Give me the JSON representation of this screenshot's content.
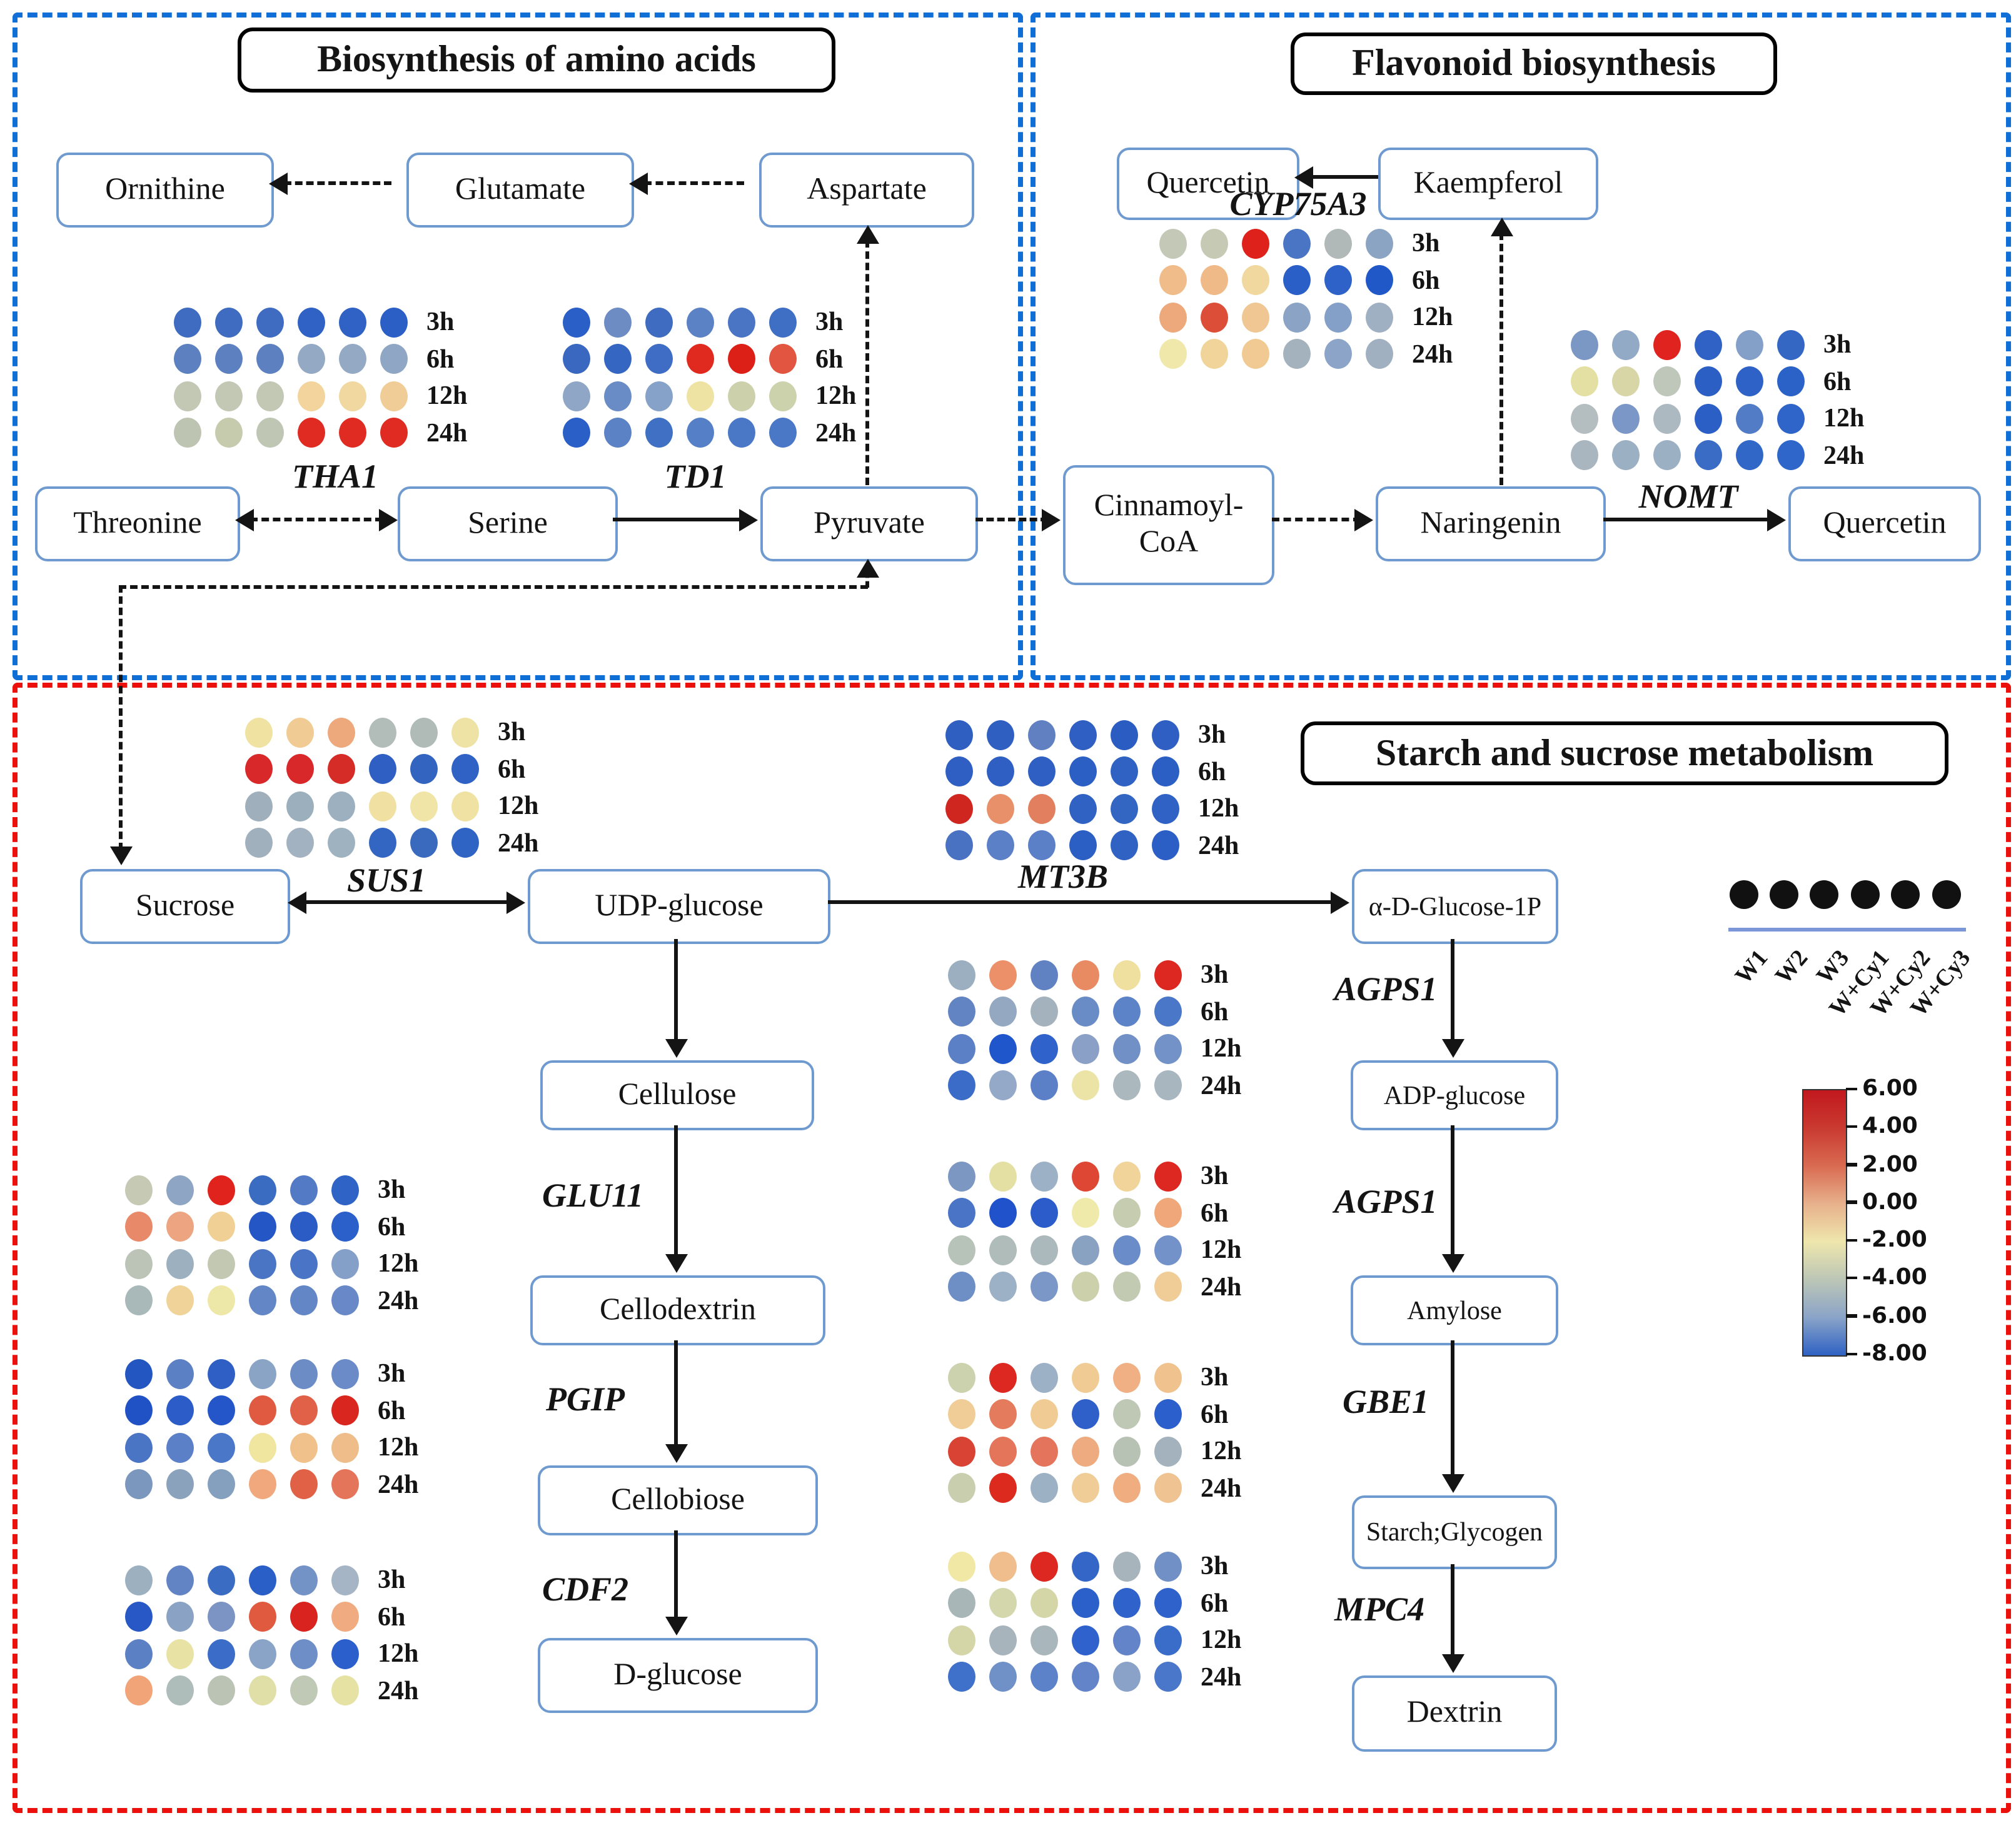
{
  "sections": {
    "amino_acids": {
      "title": "Biosynthesis of amino acids"
    },
    "flavonoid": {
      "title": "Flavonoid biosynthesis"
    },
    "starch": {
      "title": "Starch and sucrose metabolism"
    }
  },
  "time_labels": [
    "3h",
    "6h",
    "12h",
    "24h"
  ],
  "conditions": [
    "W1",
    "W2",
    "W3",
    "W+Cy1",
    "W+Cy2",
    "W+Cy3"
  ],
  "nodes": {
    "ornithine": "Ornithine",
    "glutamate": "Glutamate",
    "aspartate": "Aspartate",
    "quercetin_top": "Quercetin",
    "kaempferol": "Kaempferol",
    "threonine": "Threonine",
    "serine": "Serine",
    "pyruvate": "Pyruvate",
    "cinnamoyl_coa": [
      "Cinnamoyl-",
      "CoA"
    ],
    "naringenin": "Naringenin",
    "quercetin": "Quercetin",
    "sucrose": "Sucrose",
    "udp_glucose": "UDP-glucose",
    "alpha_d_glucose_1p": "α-D-Glucose-1P",
    "cellulose": "Cellulose",
    "cellodextrin": "Cellodextrin",
    "cellobiose": "Cellobiose",
    "d_glucose": "D-glucose",
    "adp_glucose": "ADP-glucose",
    "amylose": "Amylose",
    "starch_glycogen": "Starch;Glycogen",
    "dextrin": "Dextrin"
  },
  "genes": {
    "tha1": "THA1",
    "td1": "TD1",
    "cyp75a3": "CYP75A3",
    "nomt": "NOMT",
    "sus1": "SUS1",
    "mt3b": "MT3B",
    "glu11": "GLU11",
    "pgip": "PGIP",
    "cdf2": "CDF2",
    "agps1_a": "AGPS1",
    "agps1_b": "AGPS1",
    "gbe1": "GBE1",
    "mpc4": "MPC4"
  },
  "matrices": {
    "tha1": {
      "rows": [
        [
          "#3f6cc0",
          "#3f6cc0",
          "#3f6cc0",
          "#2f62c4",
          "#2f62c4",
          "#2b5fc6"
        ],
        [
          "#5c80c0",
          "#5c80c0",
          "#5c80c0",
          "#93a9c4",
          "#93a9c4",
          "#8fa6c4"
        ],
        [
          "#c2c8b4",
          "#c2c8b4",
          "#c2c8b4",
          "#f2d49c",
          "#f0d8a0",
          "#f0cc96"
        ],
        [
          "#bdc5b2",
          "#c6cbae",
          "#bfc7b4",
          "#e02b22",
          "#e02b22",
          "#e02b22"
        ]
      ]
    },
    "td1": {
      "rows": [
        [
          "#2b5fc8",
          "#6e8cc4",
          "#3f6cc0",
          "#5c82c6",
          "#4a74c4",
          "#3f6fc4"
        ],
        [
          "#3a68c0",
          "#3567c2",
          "#3f6cc4",
          "#e0291f",
          "#dc2018",
          "#e25540"
        ],
        [
          "#8fa6c6",
          "#6a8cc6",
          "#86a2c8",
          "#eee3a2",
          "#ccd1ac",
          "#ccd2ac"
        ],
        [
          "#2b5fc8",
          "#5c82c6",
          "#3f70c4",
          "#5580c8",
          "#4a78c6",
          "#4a78c6"
        ]
      ]
    },
    "cyp75a3": {
      "rows": [
        [
          "#c3c9b6",
          "#c6cab4",
          "#df211c",
          "#4a74c4",
          "#b0b8b8",
          "#8ca4c4"
        ],
        [
          "#f0bd8a",
          "#f0ba88",
          "#f0d89e",
          "#2b5fc8",
          "#2f62c8",
          "#2058c8"
        ],
        [
          "#eda87c",
          "#dd4e38",
          "#f0c692",
          "#8ba4c6",
          "#84a0c8",
          "#9fb0c2"
        ],
        [
          "#f0e8aa",
          "#f0d49a",
          "#f0ca92",
          "#a3b2bd",
          "#8ba4c8",
          "#a0b0c0"
        ]
      ]
    },
    "nomt": {
      "rows": [
        [
          "#7b97c4",
          "#93aac6",
          "#e0231f",
          "#2f62c4",
          "#84a0c8",
          "#3466c4"
        ],
        [
          "#e4dfa2",
          "#d8d6a6",
          "#bfc7bb",
          "#2b5fc4",
          "#2f62c6",
          "#2b62c8"
        ],
        [
          "#b4bec0",
          "#7b97c8",
          "#adb9c0",
          "#2b5fc6",
          "#537cc6",
          "#2f64c8"
        ],
        [
          "#a9b6bf",
          "#9cb0c4",
          "#9cb0c4",
          "#3a6cc6",
          "#3168c8",
          "#2f66c9"
        ]
      ]
    },
    "sus1": {
      "rows": [
        [
          "#f0e3a2",
          "#f0cc94",
          "#eda87c",
          "#b2bcb8",
          "#b0bab6",
          "#eee2a4"
        ],
        [
          "#d8282a",
          "#d8282a",
          "#d52c28",
          "#2f5fc2",
          "#3364bf",
          "#2f62c4"
        ],
        [
          "#9fb0bc",
          "#9cafbc",
          "#9cb0bf",
          "#f0e0a2",
          "#f0e4a6",
          "#f0e2a2"
        ],
        [
          "#a0b0bc",
          "#a2b2c0",
          "#9eb2c0",
          "#3366c2",
          "#3a6abe",
          "#2f64c4"
        ]
      ]
    },
    "mt3b": {
      "rows": [
        [
          "#2f5fc0",
          "#2f5fc0",
          "#6080c2",
          "#2f5fc2",
          "#2b5cc2",
          "#2f5fc2"
        ],
        [
          "#2f5fc2",
          "#2f5fc2",
          "#2f5fc2",
          "#2b5fc4",
          "#2f62c2",
          "#2b5fc4"
        ],
        [
          "#d02620",
          "#e8906a",
          "#e27f5e",
          "#2f62c2",
          "#3366c2",
          "#2f62c4"
        ],
        [
          "#4a72c2",
          "#5c80c8",
          "#5c80c8",
          "#2b5fc4",
          "#2f62c2",
          "#2b5fc6"
        ]
      ]
    },
    "glu11": {
      "rows": [
        [
          "#c6cab4",
          "#8ea6c4",
          "#e0231c",
          "#3a6cc2",
          "#537ac4",
          "#2f64c6"
        ],
        [
          "#e8896a",
          "#eda581",
          "#f0d094",
          "#2456c6",
          "#2b5cc6",
          "#2b5fc9"
        ],
        [
          "#bcc4b8",
          "#9cb0c0",
          "#c2c8b2",
          "#4a74c4",
          "#4a74c6",
          "#84a0c9"
        ],
        [
          "#a9b8b8",
          "#f0d398",
          "#eee8a8",
          "#6286c6",
          "#6286c6",
          "#6888c8"
        ]
      ]
    },
    "pgip": {
      "rows": [
        [
          "#2456c2",
          "#5c80c4",
          "#2f5fc4",
          "#8aa4c6",
          "#6c8cc6",
          "#6a8ac8"
        ],
        [
          "#2052c6",
          "#2b5cc8",
          "#2456c9",
          "#df5a40",
          "#e06048",
          "#d9271f"
        ],
        [
          "#4a74c4",
          "#5c80c8",
          "#4a77c8",
          "#f0e6a0",
          "#f0c18a",
          "#eebd8a"
        ],
        [
          "#7b97bd",
          "#8aa2bb",
          "#84a0be",
          "#f0a87c",
          "#e06146",
          "#e4745a"
        ]
      ]
    },
    "cdf2": {
      "rows": [
        [
          "#9cb0c0",
          "#6384c4",
          "#3a6cc4",
          "#2b5fc8",
          "#7392c6",
          "#a5b5c5"
        ],
        [
          "#2858c6",
          "#8aa2c3",
          "#7b94c4",
          "#e05a40",
          "#d9231f",
          "#f0ac80"
        ],
        [
          "#5c80c4",
          "#e8e3a4",
          "#3a6cc8",
          "#8aa4c8",
          "#6e8ec8",
          "#2b5fcb"
        ],
        [
          "#f0a478",
          "#aebcba",
          "#bbc4b4",
          "#e0dfa8",
          "#c0c8b6",
          "#e6e2a4"
        ]
      ]
    },
    "agps1_a": {
      "rows": [
        [
          "#9cafc0",
          "#eb9068",
          "#6081c2",
          "#e88a62",
          "#f0e0a0",
          "#dc2820"
        ],
        [
          "#6384c2",
          "#94a8c2",
          "#a3b2bc",
          "#6a8cc6",
          "#5c82c8",
          "#4a77c8"
        ],
        [
          "#5c80c6",
          "#2056cc",
          "#2f62cb",
          "#8aa0c6",
          "#7090c6",
          "#7392c8"
        ],
        [
          "#3b6cc8",
          "#94a8c8",
          "#5c80c8",
          "#ece4a6",
          "#abb8bd",
          "#a8b6c0"
        ]
      ]
    },
    "agps1_b": {
      "rows": [
        [
          "#7b97c2",
          "#e4e0a4",
          "#9cb0c6",
          "#de4734",
          "#f0d49a",
          "#dc2820"
        ],
        [
          "#4a74c6",
          "#2052cc",
          "#2b5cca",
          "#f0eaaa",
          "#c6ccb0",
          "#f0a87a"
        ],
        [
          "#b7c2b8",
          "#b0bcba",
          "#abb8bc",
          "#8aa2c2",
          "#6a8cc8",
          "#7392c9"
        ],
        [
          "#6e8ec6",
          "#9cb0c6",
          "#7b97c8",
          "#ccd1ac",
          "#c2cab2",
          "#f0cd96"
        ]
      ]
    },
    "gbe1": {
      "rows": [
        [
          "#ccd1ae",
          "#dc2820",
          "#9cb0c6",
          "#f0cc94",
          "#f0b084",
          "#f0c38e"
        ],
        [
          "#f0cc96",
          "#e47b5c",
          "#f0cc94",
          "#2f5fc8",
          "#bfc8b4",
          "#2b5fcc"
        ],
        [
          "#d94334",
          "#e4745a",
          "#e4745c",
          "#eeab80",
          "#b7c2b4",
          "#a3b2bc"
        ],
        [
          "#c9cfae",
          "#dc2a1f",
          "#9db1c5",
          "#f0cc96",
          "#f0ad80",
          "#f0c492"
        ]
      ]
    },
    "mpc4": {
      "rows": [
        [
          "#f0e8a4",
          "#f0bd8c",
          "#dc2820",
          "#3366c6",
          "#a8b4bc",
          "#7090c6"
        ],
        [
          "#a9b6b8",
          "#d4d6ac",
          "#d4d6a8",
          "#2b5fca",
          "#2f62ca",
          "#2f62ca"
        ],
        [
          "#d4d6a8",
          "#a8b4bc",
          "#a9b6bc",
          "#2f62cc",
          "#6384c8",
          "#3a6cca"
        ],
        [
          "#3f70ca",
          "#7090c8",
          "#5c82ca",
          "#6384c8",
          "#8aa2c8",
          "#4a77ca"
        ]
      ]
    }
  },
  "colorbar": {
    "ticks": [
      "6.00",
      "4.00",
      "2.00",
      "0.00",
      "-2.00",
      "-4.00",
      "-6.00",
      "-8.00"
    ],
    "gradient": [
      "#c2181e",
      "#c93a30",
      "#d96b52",
      "#e7b18c",
      "#eee6ac",
      "#bcc6b6",
      "#8aa4c8",
      "#2f62c4"
    ]
  },
  "colors": {
    "section_blue": "#0f6fd6",
    "section_red": "#ec100c",
    "node_border": "#6f9ad0"
  }
}
